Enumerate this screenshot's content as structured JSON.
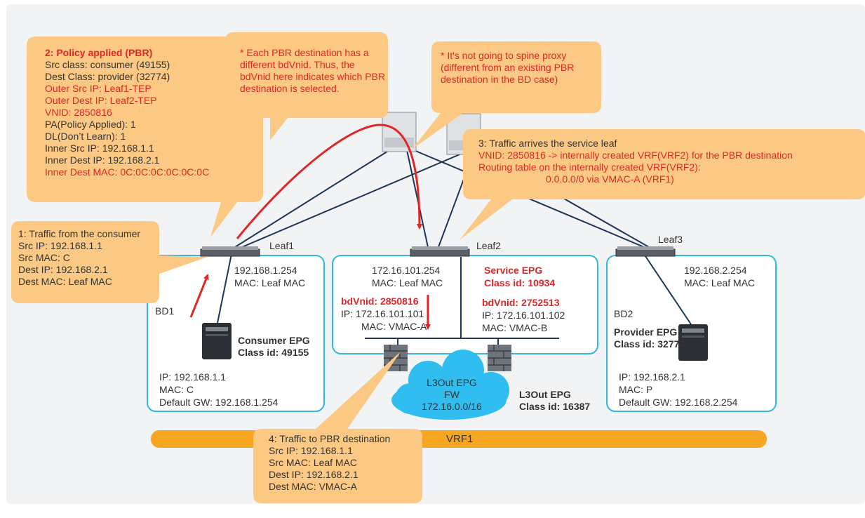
{
  "colors": {
    "callout": "#fcc984",
    "red": "#e02626",
    "blue_box": "#35b6e2",
    "cloud": "#30bdef",
    "vrf_bar": "#f6a623",
    "link": "#1e3557"
  },
  "callout_policy": {
    "title": "2: Policy applied (PBR)",
    "lines": [
      {
        "text": "Src class: consumer (49155)",
        "color": "normal"
      },
      {
        "text": "Dest Class: provider (32774)",
        "color": "normal"
      },
      {
        "text": "Outer Src IP: Leaf1-TEP",
        "color": "red"
      },
      {
        "text": "Outer Dest IP: Leaf2-TEP",
        "color": "red"
      },
      {
        "text": "VNID: 2850816",
        "color": "red"
      },
      {
        "text": "PA(Policy Applied): 1",
        "color": "normal"
      },
      {
        "text": "DL(Don’t Learn): 1",
        "color": "normal"
      },
      {
        "text": "Inner Src IP: 192.168.1.1",
        "color": "normal"
      },
      {
        "text": "Inner Dest IP: 192.168.2.1",
        "color": "normal"
      },
      {
        "text": "Inner Dest MAC: 0C:0C:0C:0C:0C:0C",
        "color": "red"
      }
    ]
  },
  "callout_bdvnid": {
    "lines": [
      "* Each PBR destination has a",
      "different bdVnid. Thus, the",
      "bdVnid here indicates which PBR",
      "destination is selected."
    ]
  },
  "callout_spine": {
    "lines": [
      "* It's not going to spine proxy",
      "(different from an existing PBR",
      "destination in the BD case)"
    ]
  },
  "callout_service_leaf": {
    "title": "3: Traffic arrives the service leaf",
    "lines": [
      "VNID: 2850816 -> internally created VRF(VRF2) for the PBR destination",
      "Routing table on the internally created VRF(VRF2):",
      "0.0.0.0/0 via VMAC-A (VRF1)"
    ]
  },
  "callout_consumer": {
    "lines": [
      "1: Traffic from the consumer",
      "Src IP: 192.168.1.1",
      "Src MAC: C",
      "Dest IP: 192.168.2.1",
      "Dest MAC: Leaf MAC"
    ]
  },
  "callout_pbr_dest": {
    "lines": [
      "4: Traffic to PBR destination",
      "Src IP: 192.168.1.1",
      "Src MAC: Leaf MAC",
      "Dest IP: 192.168.2.1",
      "Dest MAC: VMAC-A"
    ]
  },
  "leaves": {
    "leaf1": "Leaf1",
    "leaf2": "Leaf2",
    "leaf3": "Leaf3"
  },
  "bd1": {
    "name": "BD1",
    "gw_ip": "192.168.1.254",
    "gw_mac": "MAC: Leaf MAC",
    "epg_name": "Consumer EPG",
    "epg_class": "Class id: 49155",
    "ep_ip": "IP: 192.168.1.1",
    "ep_mac": "MAC: C",
    "ep_gw": "Default GW: 192.168.1.254"
  },
  "service": {
    "gw_ip": "172.16.101.254",
    "gw_mac": "MAC: Leaf MAC",
    "epg_name": "Service EPG",
    "epg_class": "Class id: 10934",
    "vnid_a": "bdVnid: 2850816",
    "ip_a": "IP: 172.16.101.101",
    "mac_a": "MAC: VMAC-A",
    "vnid_b": "bdVnid: 2752513",
    "ip_b": "IP: 172.16.101.102",
    "mac_b": "MAC: VMAC-B"
  },
  "l3out": {
    "cloud_lines": [
      "L3Out EPG",
      "FW",
      "172.16.0.0/16"
    ],
    "epg_name": "L3Out EPG",
    "epg_class": "Class id: 16387"
  },
  "bd2": {
    "name": "BD2",
    "gw_ip": "192.168.2.254",
    "gw_mac": "MAC: Leaf MAC",
    "epg_name": "Provider EPG",
    "epg_class": "Class id: 32774",
    "ep_ip": "IP: 192.168.2.1",
    "ep_mac": "MAC: P",
    "ep_gw": "Default GW: 192.168.2.254"
  },
  "vrf": {
    "label": "VRF1"
  }
}
